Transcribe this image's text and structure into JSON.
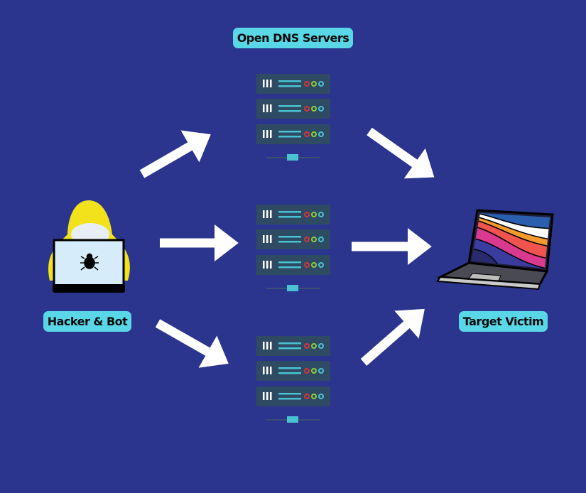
{
  "labels": {
    "servers": "Open DNS Servers",
    "attacker": "Hacker & Bot",
    "victim": "Target Victim"
  },
  "icons": {
    "attacker": "hooded-hacker-laptop-icon",
    "server": "server-rack-icon",
    "victim": "laptop-icon",
    "bug": "bug-icon"
  },
  "colors": {
    "background": "#2c358e",
    "label_bg": "#5ad7e6",
    "server_unit": "#2f4a63",
    "server_accent": "#49c3d3",
    "hood": "#f2e21b",
    "arrow": "#ffffff"
  }
}
